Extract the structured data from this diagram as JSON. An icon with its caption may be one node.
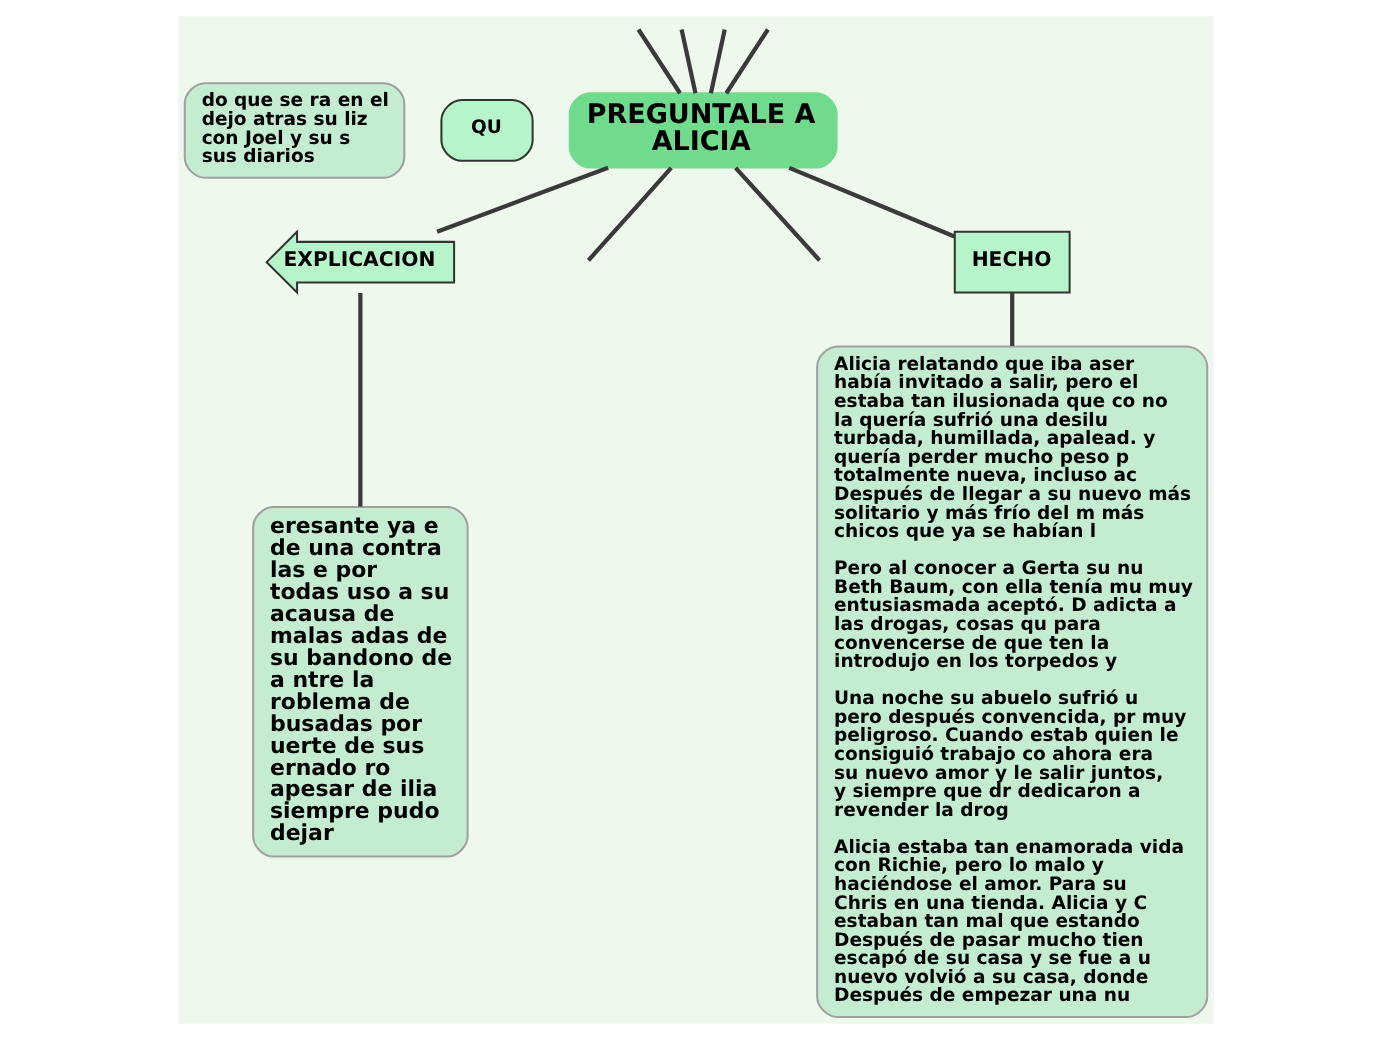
{
  "diagram": {
    "nodes": [
      {
        "text": [
          "do que se ra en el dejo atras su liz con Joel y su s sus diarios"
        ]
      },
      {
        "text": [
          "QU"
        ]
      },
      {
        "text": [
          "Alicia relatando que iba aser había invitado a salir, pero el estaba tan ilusionada que co no la quería sufrió una desilu turbada, humillada, apalead. y quería perder mucho peso p totalmente nueva, incluso ac Después de llegar a su nuevo más solitario y más frío del m más chicos que ya se habían l",
          "Pero al conocer a Gerta su nu Beth Baum, con ella tenía mu muy entusiasmada aceptó. D adicta a las drogas, cosas qu para convencerse de que ten la introdujo en los torpedos y",
          "Una noche su abuelo sufrió u pero después convencida, pr muy peligroso. Cuando estab quien le consiguió trabajo co ahora era su nuevo amor y le salir juntos, y siempre que dr dedicaron a revender la drog",
          "Alicia estaba tan enamorada vida con Richie, pero lo malo y haciéndose el amor. Para su Chris en una tienda. Alicia y C estaban tan mal que estando Después de pasar mucho tien escapó de su casa y se fue a u nuevo volvió a su casa, donde Después de empezar una nu"
        ]
      },
      {
        "text": [
          "eresante ya e de una contra las e por todas uso a su acausa de malas adas de su bandono de a ntre la roblema de busadas por uerte de sus ernado ro apesar de ilia siempre pudo dejar"
        ]
      },
      {
        "text": [
          "PREGUNTALE A ALICIA"
        ]
      },
      {
        "text": [
          "EXPLICACION"
        ]
      },
      {
        "text": [
          "HECHO"
        ]
      }
    ],
    "edges": [
      {
        "from": null,
        "to": 4,
        "arrow": "none"
      },
      {
        "from": null,
        "to": 4,
        "arrow": "none"
      },
      {
        "from": null,
        "to": 4,
        "arrow": "none"
      },
      {
        "from": null,
        "to": 4,
        "arrow": "none"
      },
      {
        "from": 4,
        "to": 5,
        "arrow": "none"
      },
      {
        "from": 5,
        "to": 3,
        "arrow": "none"
      },
      {
        "from": 4,
        "to": null,
        "arrow": "none"
      },
      {
        "from": 4,
        "to": null,
        "arrow": "none"
      },
      {
        "from": 4,
        "to": 6,
        "arrow": "none"
      },
      {
        "from": 6,
        "to": 2,
        "arrow": "none"
      }
    ]
  }
}
